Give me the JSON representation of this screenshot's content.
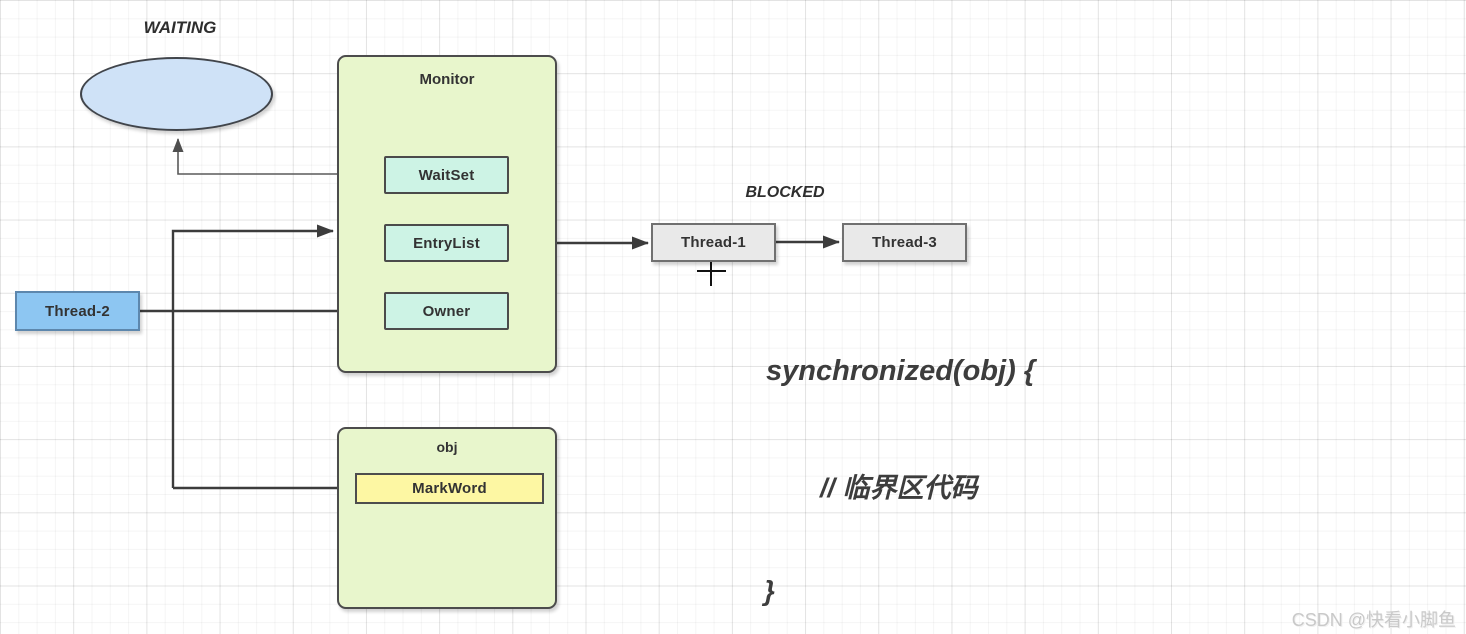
{
  "diagram": {
    "state_labels": {
      "waiting": "WAITING",
      "blocked": "BLOCKED"
    },
    "monitor": {
      "title": "Monitor",
      "waitset_label": "WaitSet",
      "entrylist_label": "EntryList",
      "owner_label": "Owner"
    },
    "object": {
      "title": "obj",
      "markword_label": "MarkWord"
    },
    "threads": {
      "thread1_label": "Thread-1",
      "thread2_label": "Thread-2",
      "thread3_label": "Thread-3"
    },
    "code": {
      "line1": "synchronized(obj) {",
      "line2": "// 临界区代码",
      "line3": "}"
    },
    "watermark": "CSDN @快看小脚鱼",
    "colors": {
      "container_fill": "#e8f6cc",
      "container_border": "#4c4c4c",
      "inner_fill": "#cdf3e5",
      "markword_fill": "#fdf7a3",
      "thread_gray_fill": "#e9e9e9",
      "thread_gray_border": "#707070",
      "thread_blue_fill": "#8dc6f2",
      "thread_blue_border": "#5d87ad",
      "ellipse_fill": "#cfe2f7",
      "ellipse_border": "#41454b",
      "connector": "#3c3c3c",
      "watermark_text": "#c9c9c9"
    }
  }
}
